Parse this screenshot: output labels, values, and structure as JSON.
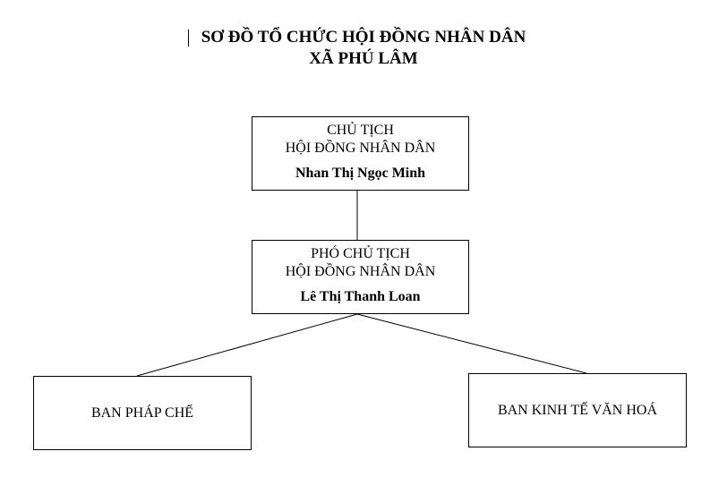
{
  "title": {
    "line1": "SƠ ĐỒ TỔ CHỨC HỘI ĐỒNG NHÂN DÂN",
    "line2": "XÃ PHÚ LÂM"
  },
  "nodes": {
    "chairman": {
      "role": "CHỦ TỊCH",
      "body": "HỘI ĐỒNG NHÂN DÂN",
      "name": "Nhan Thị Ngọc Minh"
    },
    "vice_chairman": {
      "role": "PHÓ CHỦ TỊCH",
      "body": "HỘI ĐỒNG NHÂN DÂN",
      "name": "Lê Thị Thanh Loan"
    },
    "legal_committee": {
      "label": "BAN PHÁP CHẾ"
    },
    "econ_culture_committee": {
      "label": "BAN KINH TẾ VĂN HOÁ"
    }
  },
  "edges": [
    {
      "from": "chairman",
      "to": "vice_chairman"
    },
    {
      "from": "vice_chairman",
      "to": "legal_committee"
    },
    {
      "from": "vice_chairman",
      "to": "econ_culture_committee"
    }
  ]
}
